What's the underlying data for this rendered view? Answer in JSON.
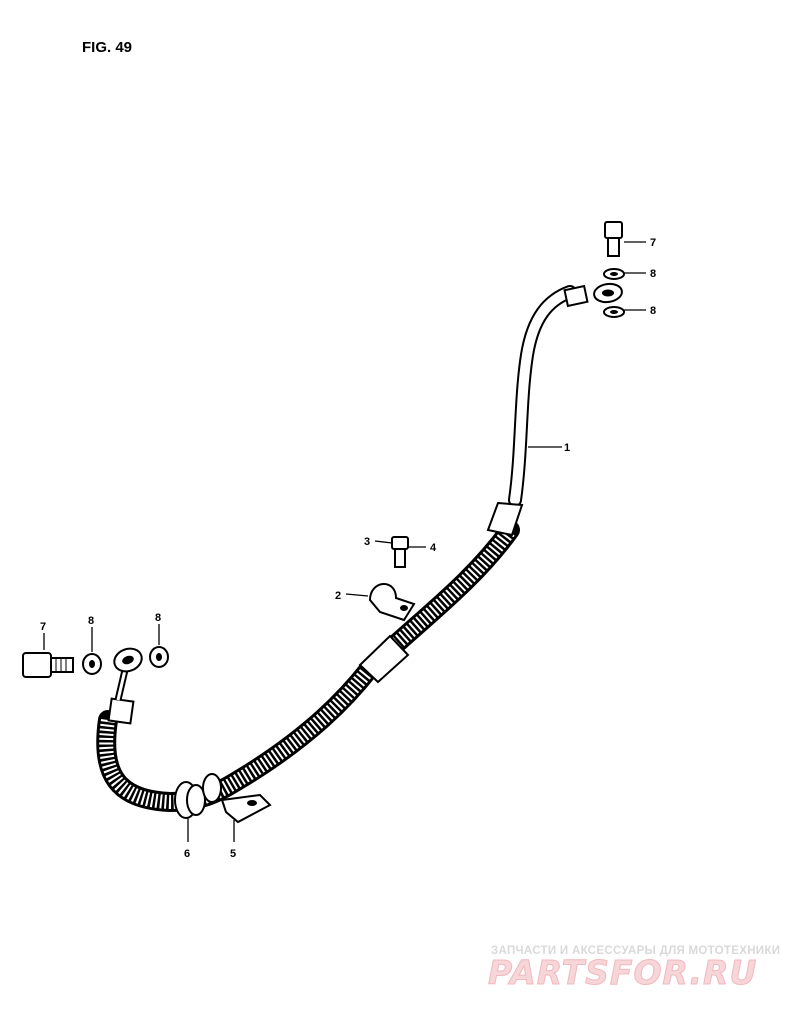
{
  "figure": {
    "title": "FIG. 49"
  },
  "callouts": {
    "hose": "1",
    "clamp": "2",
    "clamp_bolt": "3",
    "clamp_washer": "4",
    "bracket": "5",
    "grommet": "6",
    "union_bolt_top": "7",
    "gasket_top_1": "8",
    "gasket_top_2": "8",
    "union_bolt_left": "7",
    "gasket_left_1": "8",
    "gasket_left_2": "8"
  },
  "watermark": {
    "caption": "ЗАПЧАСТИ И АКСЕССУАРЫ ДЛЯ МОТОТЕХНИКИ",
    "logo": "PARTSFOR.RU"
  },
  "colors": {
    "ink": "#000000",
    "paper": "#ffffff",
    "watermark_red": "#f6d6d8",
    "watermark_gray": "#d9d9d9"
  }
}
